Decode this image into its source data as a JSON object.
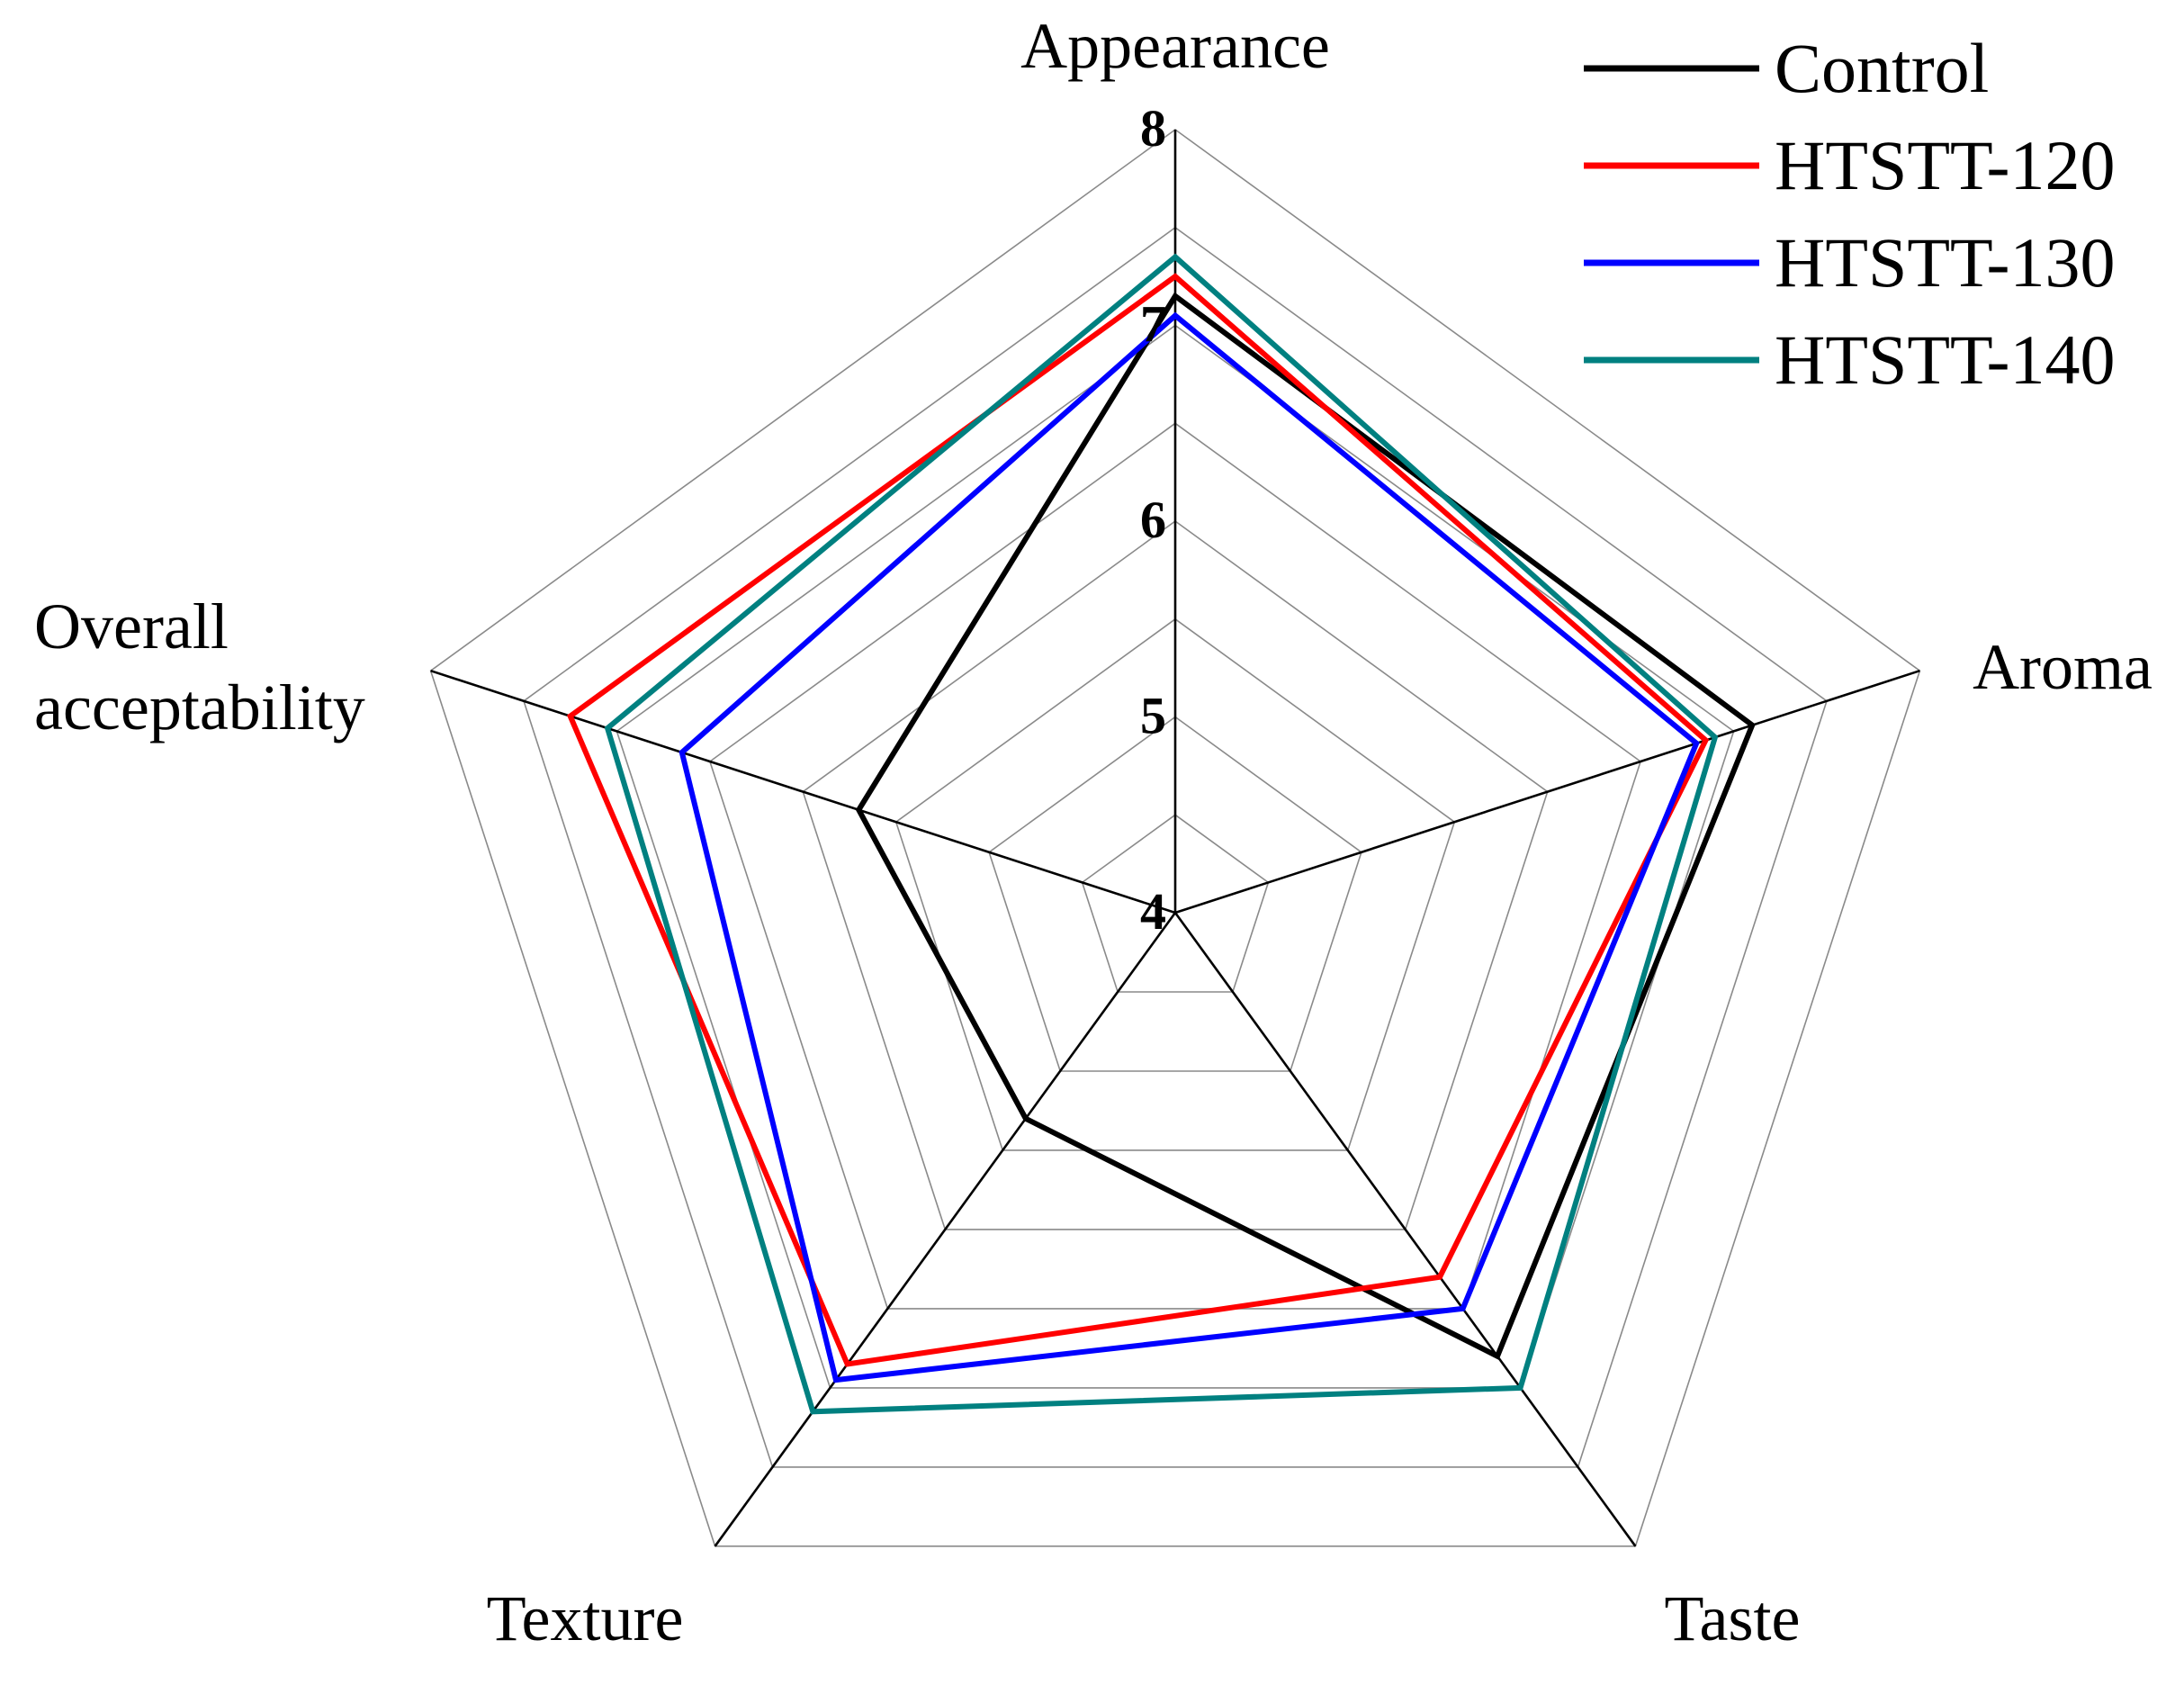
{
  "chart_data": {
    "type": "radar",
    "title": "",
    "axes": [
      "Appearance",
      "Aroma",
      "Taste",
      "Texture",
      "Overall acceptability"
    ],
    "axis_label_lines": [
      [
        "Appearance"
      ],
      [
        "Aroma"
      ],
      [
        "Taste"
      ],
      [
        "Texture"
      ],
      [
        "Overall",
        "acceptability"
      ]
    ],
    "range": [
      4,
      8
    ],
    "ticks": [
      4,
      5,
      6,
      7,
      8
    ],
    "grid_rings": [
      4.5,
      5,
      5.5,
      6,
      6.5,
      7,
      7.5,
      8
    ],
    "grid": true,
    "legend_position": "top-right",
    "series": [
      {
        "name": "Control",
        "color": "#000000",
        "values": [
          7.15,
          7.1,
          6.8,
          5.3,
          5.7
        ]
      },
      {
        "name": "HTSTT-120",
        "color": "#ff0000",
        "values": [
          7.25,
          6.85,
          6.3,
          6.85,
          7.25
        ]
      },
      {
        "name": "HTSTT-130",
        "color": "#0000ff",
        "values": [
          7.05,
          6.8,
          6.5,
          6.95,
          6.65
        ]
      },
      {
        "name": "HTSTT-140",
        "color": "#008080",
        "values": [
          7.35,
          6.9,
          7.0,
          7.15,
          7.05
        ]
      }
    ]
  }
}
